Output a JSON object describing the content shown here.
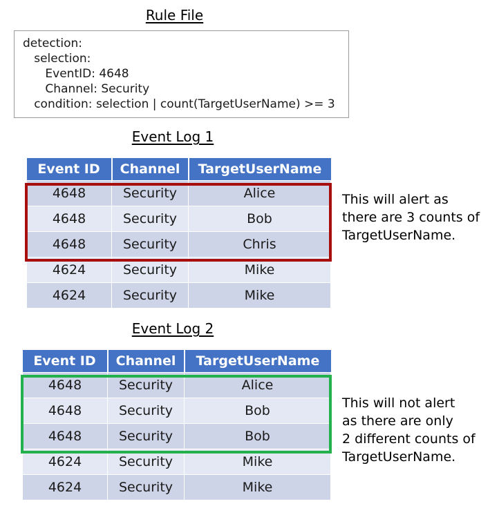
{
  "rule_file": {
    "title": "Rule File",
    "lines": [
      "detection:",
      "   selection:",
      "      EventID: 4648",
      "      Channel: Security",
      "   condition: selection | count(TargetUserName) >= 3"
    ]
  },
  "event_log_1": {
    "title": "Event Log 1",
    "columns": [
      "Event ID",
      "Channel",
      "TargetUserName"
    ],
    "rows": [
      [
        "4648",
        "Security",
        "Alice"
      ],
      [
        "4648",
        "Security",
        "Bob"
      ],
      [
        "4648",
        "Security",
        "Chris"
      ],
      [
        "4624",
        "Security",
        "Mike"
      ],
      [
        "4624",
        "Security",
        "Mike"
      ]
    ],
    "highlight_color": "#a80e0e",
    "annotation": "This will alert as\nthere are 3 counts of\nTargetUserName."
  },
  "event_log_2": {
    "title": "Event Log 2",
    "columns": [
      "Event ID",
      "Channel",
      "TargetUserName"
    ],
    "rows": [
      [
        "4648",
        "Security",
        "Alice"
      ],
      [
        "4648",
        "Security",
        "Bob"
      ],
      [
        "4648",
        "Security",
        "Bob"
      ],
      [
        "4624",
        "Security",
        "Mike"
      ],
      [
        "4624",
        "Security",
        "Mike"
      ]
    ],
    "highlight_color": "#22b14c",
    "annotation": "This will not alert\nas there are only\n2 different counts of\nTargetUserName."
  },
  "colors": {
    "header_blue": "#4472c4",
    "row_dark": "#ced4e7",
    "row_light": "#e4e8f4",
    "alert_red": "#a80e0e",
    "ok_green": "#22b14c"
  }
}
